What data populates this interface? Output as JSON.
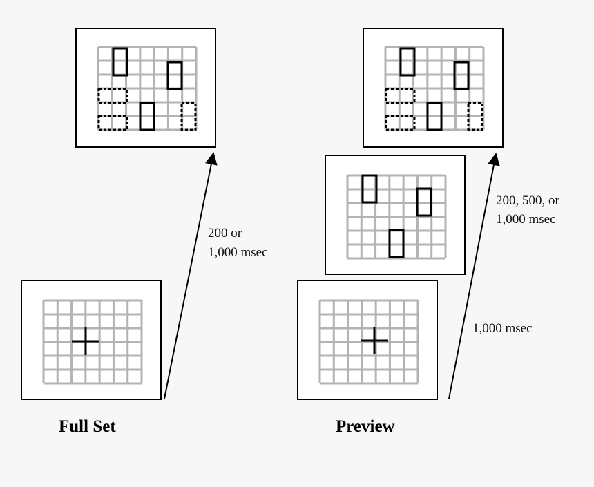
{
  "labels": {
    "full_set": "Full Set",
    "preview": "Preview"
  },
  "timings": {
    "full_set_line1": "200 or",
    "full_set_line2": "1,000 msec",
    "preview_upper_line1": "200, 500, or",
    "preview_upper_line2": "1,000 msec",
    "preview_lower": "1,000 msec"
  },
  "colors": {
    "background": "#f7f7f7",
    "grid_line": "#b3b3b3",
    "frame": "#000000",
    "item": "#000000"
  },
  "icons": {
    "fixation": "fixation-cross-icon",
    "arrow": "arrow-up-icon"
  }
}
